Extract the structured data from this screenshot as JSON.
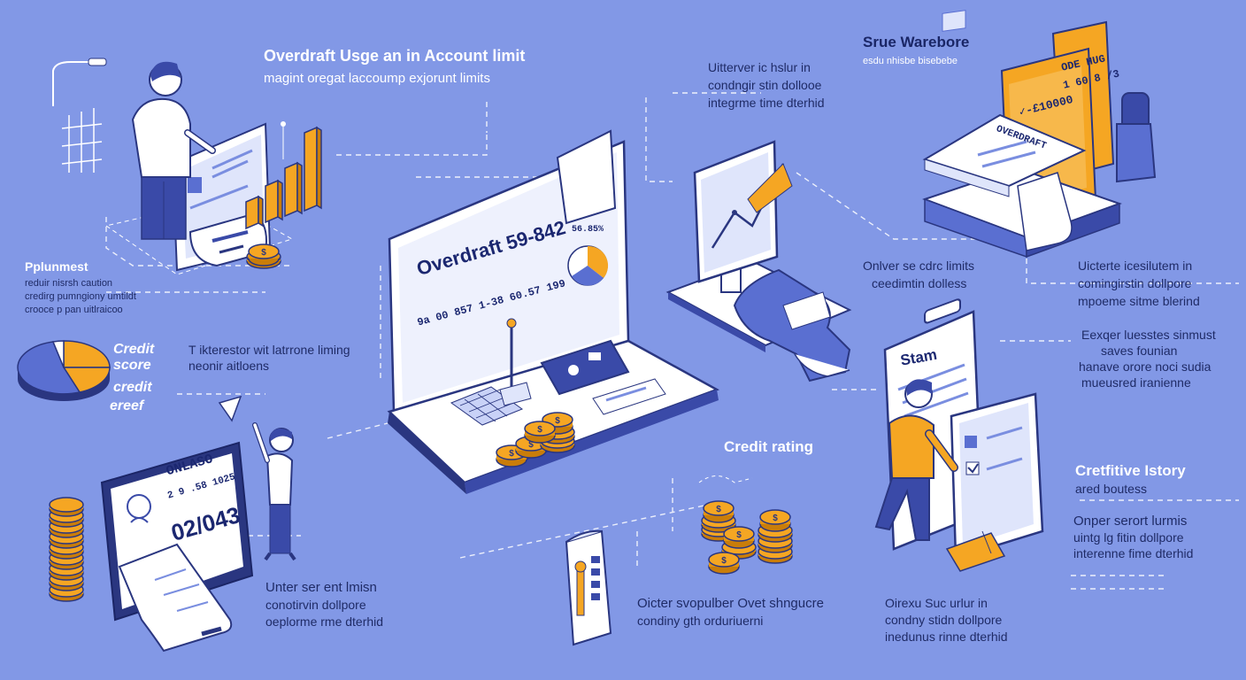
{
  "colors": {
    "background": "#8298e6",
    "navy": "#2a3680",
    "accent": "#f5a623",
    "panel": "#ffffff"
  },
  "header": {
    "title": "Overdraft Usge an in Account limit",
    "subtitle": "magint oregat laccoump exjorunt limits"
  },
  "labels": {
    "top_mid": [
      "Uitterver ic hslur in",
      "condngir stin dollooe",
      "integrme time dterhid"
    ],
    "top_right_title": "Srue Warebore",
    "top_right_sub": "esdu nhisbe bisebebe",
    "left_heading": "Pplunmest",
    "left_lines": [
      "reduir nisrsh caution",
      "credirg pumngiony umtildt",
      "crooce p pan uitlraicoo"
    ],
    "credit_score": [
      "Credit",
      "score",
      "credit",
      "ereef"
    ],
    "left_mid": [
      "T ikterestor wit latrrone liming",
      "neonir aitloens"
    ],
    "mid_right": [
      "Onlver se cdrc limits",
      "ceedimtin dolless"
    ],
    "right_top": [
      "Uicterte icesilutem in",
      "comingirstin dollpore",
      "mpoeme sitme blerind"
    ],
    "right_mid": [
      "Eexqer luesstes sinmust",
      "saves founian",
      "hanave orore noci sudia",
      "mueusred iranienne"
    ],
    "credit_rating": "Credit rating",
    "creditive_history": "Cretfitive Istory",
    "creditive_sub": "ared boutess",
    "right_low": [
      "Onper serort lurmis",
      "uintg lg fitin dollpore",
      "interenne fime dterhid"
    ],
    "bottom_left": [
      "Unter ser ent lmisn",
      "conotirvin dollpore",
      "oeplorme rme dterhid"
    ],
    "bottom_mid": [
      "Oicter svopulber Ovet shngucre",
      "condiny gth orduriuerni"
    ],
    "bottom_right": [
      "Oirexu Suc urlur in",
      "condny stidn dollpore",
      "inedunus rinne dterhid"
    ]
  },
  "screens": {
    "laptop_title": "Overdraft 59-842",
    "laptop_sub": "9a 00 857 1-38 60.57 199",
    "laptop_pct": "56.85%",
    "tablet_title": "ONLASO",
    "tablet_sub": "2 9 .58 1025",
    "tablet_value": "02/043",
    "doc_title": "Stam",
    "card_title": "OVERDRAFT",
    "orange_card_line": "✓-£10000",
    "orange_card_code": [
      "ODE HUG",
      "1 60 8 /3"
    ]
  },
  "icons": [
    "user-icon",
    "coin-icon",
    "receipt-icon",
    "pie-chart-icon",
    "bar-chart-icon",
    "checkmark-icon",
    "lock-icon"
  ]
}
